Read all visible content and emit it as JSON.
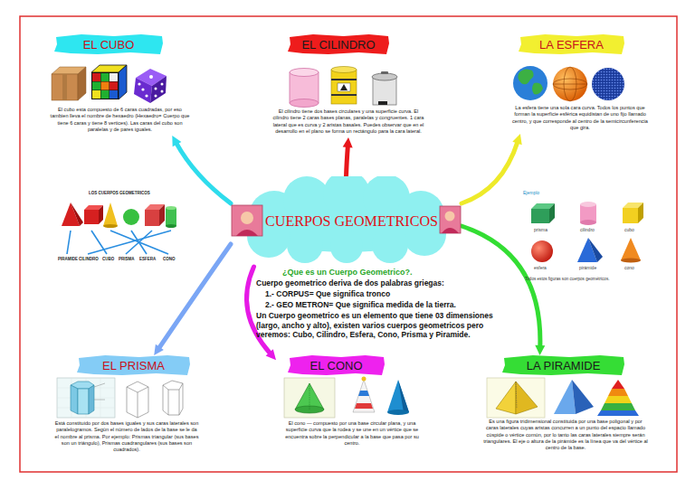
{
  "diagram": {
    "nodes": [
      {
        "text": [
          "EL CUBO",
          "El cubo esta compuesto de 6 caras cuadradas, por eso tambien lleva el nombre de hexaedro (Hexaedro= Cuerpo que tiene 6 caras y tiene 8 vertices). Las caras del cubo son paralelas y de pares iguales."
        ]
      },
      {
        "text": [
          "EL CILINDRO",
          "El cilindro tiene dos bases circulares y una superficie curva. El cilindro tiene 2 caras bases planas, paralelas y congruentes. 1 cara lateral que es curva y 2 aristas basales. Puedes observar que en el desarrollo en el plano se forma un rectángulo para la cara lateral."
        ]
      },
      {
        "text": [
          "LA ESFERA",
          "La esfera tiene una sola cara curva. Todos los puntos que forman la superficie esférica equidistan de uno fijo llamado centro, y que corresponde al centro de la semicircunferencia que gira."
        ]
      },
      {
        "text": [
          "CUERPOS GEOMETRICOS"
        ]
      },
      {
        "text": [
          "EL PRISMA",
          "Está constituido por dos bases iguales y sus caras laterales son paralelogramos. Según el número de lados de la base se le da el nombre al prisma. Por ejemplo: Prismas triangular (sus bases son un triángulo), Prismas cuadrangulares (sus bases son cuadrados)."
        ]
      },
      {
        "text": [
          "EL CONO",
          "El cono — compuesto por una base circular plana, y una superficie curva que la rodea y se une en un vértice que se encuentra sobre la perpendicular a la base que pasa por su centro."
        ]
      },
      {
        "text": [
          "LA PIRAMIDE",
          "Es una figura tridimensional constituida por una base poligonal y por caras laterales cuyas aristas concurren a un punto del espacio llamado cúspide o vértice común, por lo tanto las caras laterales siempre serán triangulares. El eje o altura de la pirámide es la línea que va del vértice al centro de la base."
        ]
      }
    ],
    "edges": [
      {
        "from": 3,
        "to": 0,
        "arrow": "to"
      },
      {
        "from": 3,
        "to": 1,
        "arrow": "to"
      },
      {
        "from": 3,
        "to": 2,
        "arrow": "to"
      },
      {
        "from": 3,
        "to": 4,
        "arrow": "to"
      },
      {
        "from": 3,
        "to": 5,
        "arrow": "to"
      },
      {
        "from": 3,
        "to": 6,
        "arrow": "to"
      }
    ],
    "labels": [
      "¿Que es un Cuerpo Geometrico?.",
      "Cuerpo geometrico deriva de dos palabras griegas:",
      "1.- CORPUS= Que significa tronco",
      "2.- GEO METRON= Que significa medida de la tierra.",
      "Un Cuerpo geometrico es un elemento que tiene 03 dimensiones (largo, ancho y alto), existen varios cuerpos geometricos pero veremos: Cubo, Cilindro, Esfera, Cono, Prisma y Piramide.",
      "LOS CUERPOS GEOMETRICOS",
      "PIRAMIDE",
      "CILINDRO",
      "CUBO",
      "PRISMA",
      "ESFERA",
      "CONO",
      "Ejemplo",
      "prisma",
      "cilindro",
      "cubo",
      "esfera",
      "pirámide",
      "cono",
      "Todos estos figuras son cuerpos geométricos."
    ]
  }
}
